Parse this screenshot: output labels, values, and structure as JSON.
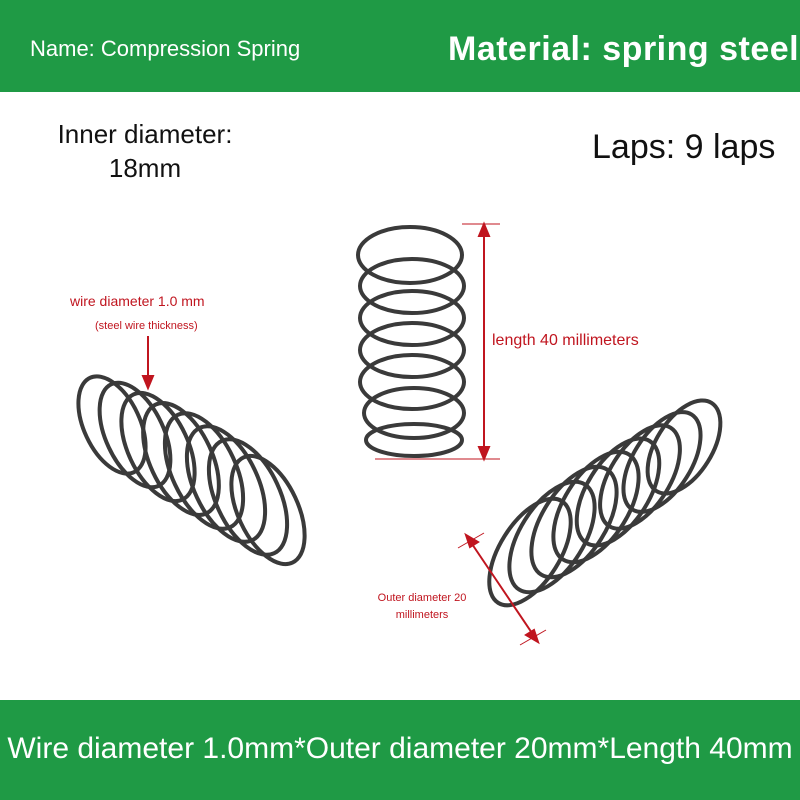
{
  "header": {
    "name_label": "Name: Compression Spring",
    "material_label": "Material: spring steel"
  },
  "specs": {
    "inner_diameter": "Inner diameter: 18mm",
    "laps": "Laps: 9 laps"
  },
  "annotations": {
    "wire_diameter": "wire diameter 1.0 mm",
    "wire_note": "(steel wire thickness)",
    "length": "length 40 millimeters",
    "outer_diameter": "Outer diameter 20 millimeters"
  },
  "footer": {
    "summary": "Wire diameter 1.0mm*Outer diameter 20mm*Length 40mm"
  },
  "colors": {
    "brand_green": "#1f9a45",
    "annotation_red": "#c0151f",
    "spring_steel": "#3a3a3a"
  }
}
